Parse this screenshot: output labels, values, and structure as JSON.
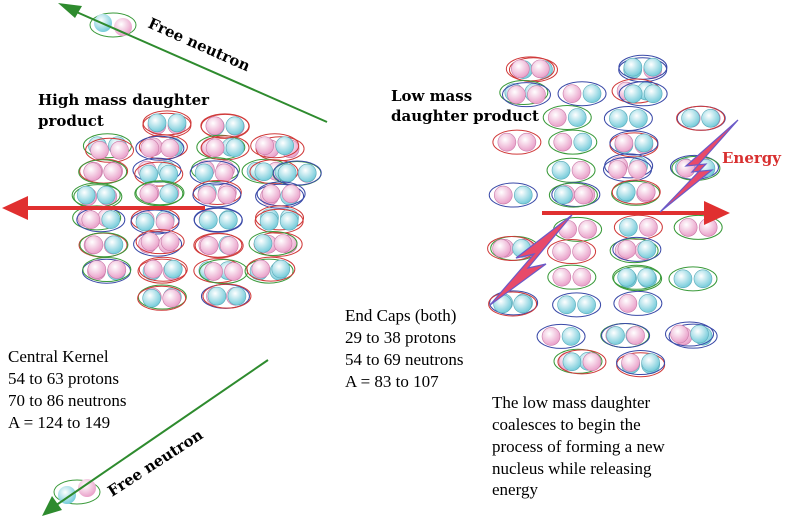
{
  "labels": {
    "free_neutron_top": "Free neutron",
    "free_neutron_bottom": "Free neutron",
    "high_mass": [
      "High mass daughter",
      "product"
    ],
    "low_mass": [
      "Low mass",
      "daughter product"
    ],
    "energy": "Energy",
    "central_kernel": [
      "Central Kernel",
      "54 to 63 protons",
      "70 to 86 neutrons",
      "A = 124 to 149"
    ],
    "end_caps": [
      "End Caps (both)",
      "29 to 38 protons",
      "54 to 69 neutrons",
      "A = 83 to 107"
    ],
    "coalesce_note": [
      "The low mass daughter",
      "coalesces to begin the",
      "process of forming a new",
      "nucleus while releasing",
      "energy"
    ]
  },
  "colors": {
    "neutron_arrow": "#2e8b2e",
    "fission_arrow": "#e03030",
    "energy_text": "#d83030",
    "lightning_fill": "#e84a6a",
    "lightning_stroke": "#6a5ac8",
    "proton": "#f2b8d8",
    "neutron": "#a8e0ea",
    "ring_green": "#3a9a3a",
    "ring_red": "#d03a3a",
    "ring_blue": "#3a4aa8"
  }
}
